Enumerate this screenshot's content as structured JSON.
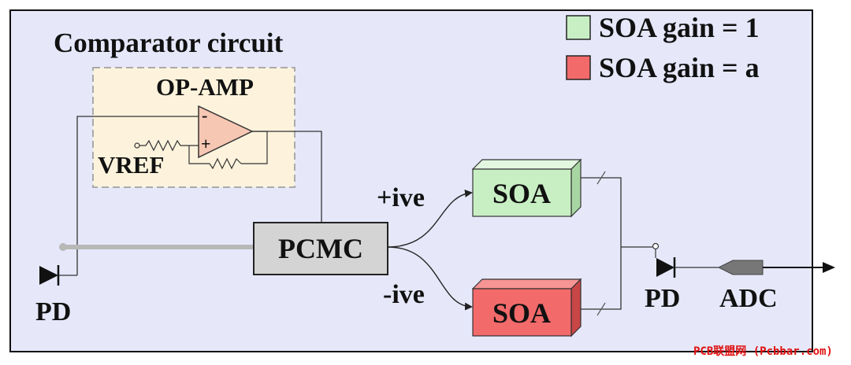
{
  "legend": {
    "items": [
      {
        "label": "SOA gain = 1",
        "color": "#c8efc4"
      },
      {
        "label": "SOA gain = a",
        "color": "#f26a6a"
      }
    ]
  },
  "comparator": {
    "title": "Comparator circuit",
    "opamp_label": "OP-AMP",
    "minus_sign": "-",
    "plus_sign": "+",
    "vref_label": "VREF",
    "box_color": "#fdf3dc"
  },
  "blocks": {
    "pcmc": "PCMC",
    "soa_top": "SOA",
    "soa_bottom": "SOA",
    "adc": "ADC"
  },
  "paths": {
    "positive": "+ive",
    "negative": "-ive"
  },
  "detectors": {
    "pd_left": "PD",
    "pd_right": "PD"
  },
  "colors": {
    "background": "#e6e8fa",
    "soa_gain_1": "#c8efc4",
    "soa_gain_a": "#f26a6a",
    "opamp": "#f6c7b3",
    "pcmc": "#d4d4d4",
    "adc": "#777777"
  },
  "watermark": "PCB联盟网 (Pcbbar.com)"
}
